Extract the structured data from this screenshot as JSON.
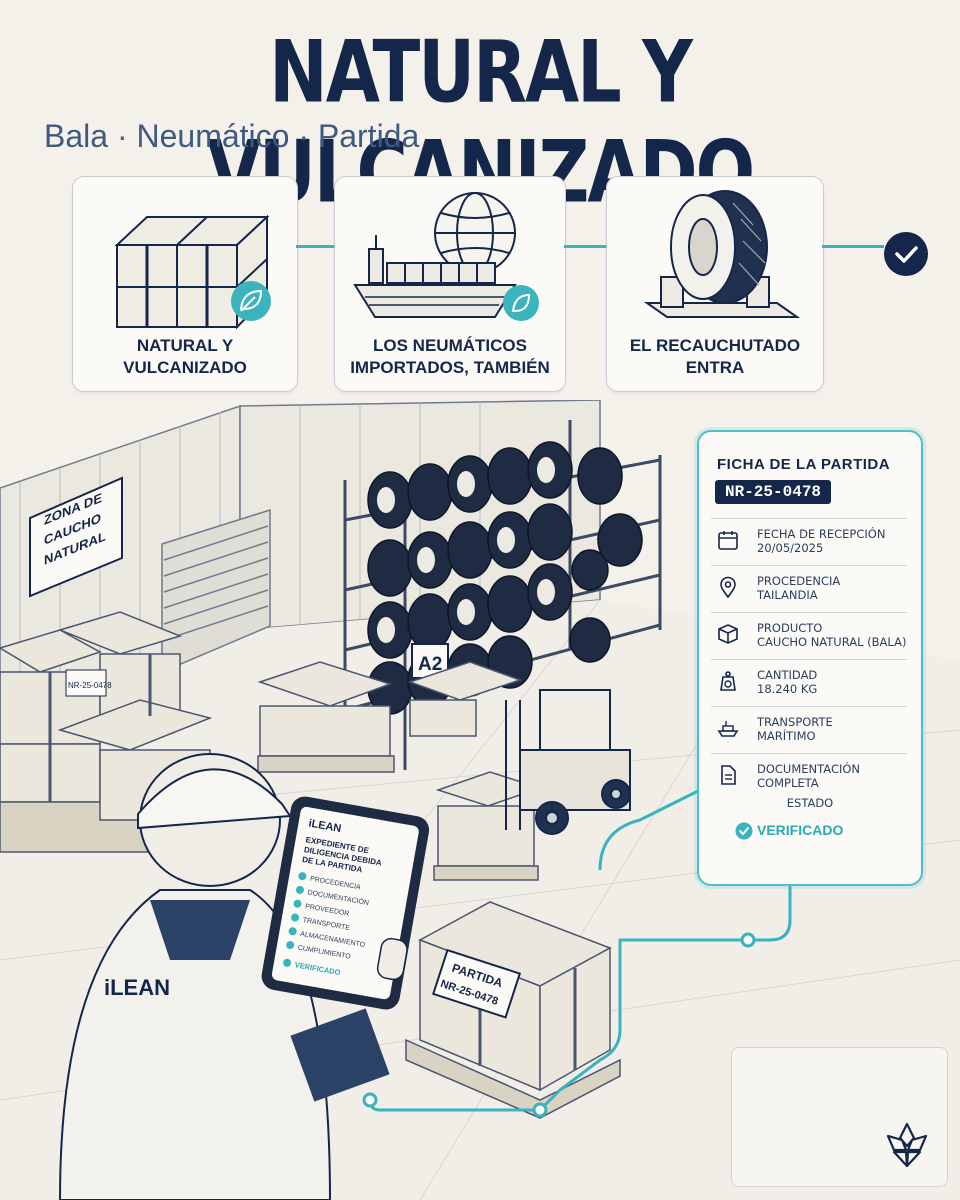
{
  "header": {
    "title": "NATURAL Y VULCANIZADO",
    "subtitle": "Bala · Neumático · Partida"
  },
  "steps": [
    {
      "label": "NATURAL Y\nVULCANIZADO",
      "icon": "rubber-bale-icon",
      "badge": "leaf-icon"
    },
    {
      "label": "LOS NEUMÁTICOS\nIMPORTADOS, TAMBIÉN",
      "icon": "cargo-ship-globe-icon",
      "badge": "leaf-icon"
    },
    {
      "label": "EL RECAUCHUTADO\nENTRA",
      "icon": "tire-on-stand-icon"
    }
  ],
  "warehouse": {
    "zone_sign": "ZONA DE CAUCHO NATURAL",
    "zone_sign_lines": [
      "ZONA DE",
      "CAUCHO",
      "NATURAL"
    ],
    "rack_label": "A2",
    "bale_tag_lines": [
      "PARTIDA",
      "NR-25-0478"
    ],
    "small_tag": "NR-25-0478"
  },
  "worker": {
    "vest_brand": "iLEAN",
    "tablet": {
      "brand": "iLEAN",
      "heading": "EXPEDIENTE DE DILIGENCIA DEBIDA DE LA PARTIDA",
      "heading_lines": [
        "EXPEDIENTE DE",
        "DILIGENCIA DEBIDA",
        "DE LA PARTIDA"
      ],
      "checklist": [
        "PROCEDENCIA",
        "DOCUMENTACIÓN",
        "PROVEEDOR",
        "TRANSPORTE",
        "ALMACENAMIENTO",
        "CUMPLIMIENTO"
      ],
      "status": "VERIFICADO"
    }
  },
  "batch_sheet": {
    "title": "FICHA DE LA PARTIDA",
    "batch_id": "NR-25-0478",
    "fields": [
      {
        "icon": "calendar-icon",
        "label": "FECHA DE RECEPCIÓN",
        "value": "20/05/2025"
      },
      {
        "icon": "location-pin-icon",
        "label": "PROCEDENCIA",
        "value": "TAILANDIA"
      },
      {
        "icon": "package-icon",
        "label": "PRODUCTO",
        "value": "CAUCHO NATURAL (BALA)"
      },
      {
        "icon": "scale-icon",
        "label": "CANTIDAD",
        "value": "18.240 KG"
      },
      {
        "icon": "ship-icon",
        "label": "TRANSPORTE",
        "value": "MARÍTIMO"
      },
      {
        "icon": "document-icon",
        "label": "DOCUMENTACIÓN",
        "value": "COMPLETA"
      }
    ],
    "status_label": "ESTADO",
    "status_value": "VERIFICADO"
  },
  "colors": {
    "navy": "#14274a",
    "teal": "#39b3bd",
    "background": "#f4f1ea"
  }
}
